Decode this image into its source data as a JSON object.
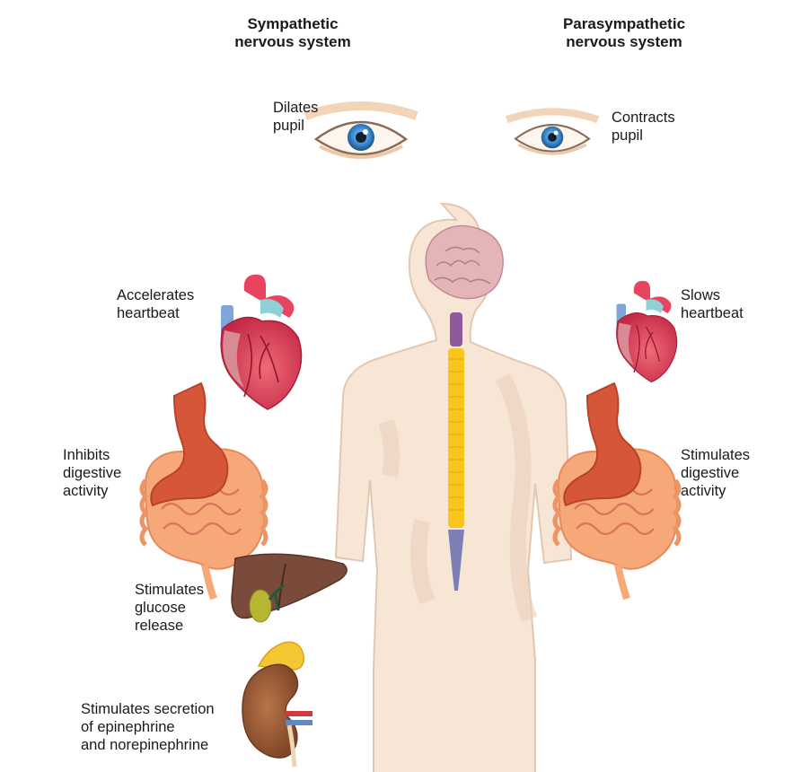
{
  "headings": {
    "sympathetic": [
      "Sympathetic",
      "nervous system"
    ],
    "parasympathetic": [
      "Parasympathetic",
      "nervous system"
    ]
  },
  "sympathetic_effects": {
    "pupil": [
      "Dilates",
      "pupil"
    ],
    "heart": [
      "Accelerates",
      "heartbeat"
    ],
    "digestion": [
      "Inhibits",
      "digestive",
      "activity"
    ],
    "liver": [
      "Stimulates",
      "glucose",
      "release"
    ],
    "adrenal": [
      "Stimulates secretion",
      "of epinephrine",
      "and norepinephrine"
    ]
  },
  "parasympathetic_effects": {
    "pupil": [
      "Contracts",
      "pupil"
    ],
    "heart": [
      "Slows",
      "heartbeat"
    ],
    "digestion": [
      "Stimulates",
      "digestive",
      "activity"
    ]
  },
  "colors": {
    "skin": "#f7e5d6",
    "skin_outline": "#e4c7b0",
    "brain": "#e3b5b9",
    "spine_cervical": "#8e5a9b",
    "spine_thoracic": "#f7c51c",
    "spine_lumbar": "#7c7fb5",
    "heart": "#d3304a",
    "stomach": "#d6563a",
    "intestine": "#f6a878",
    "liver": "#7a4a3a",
    "gallbladder": "#b7b632",
    "kidney": "#9a5a38",
    "adrenal": "#f5c633",
    "iris": "#3a8ad0"
  }
}
